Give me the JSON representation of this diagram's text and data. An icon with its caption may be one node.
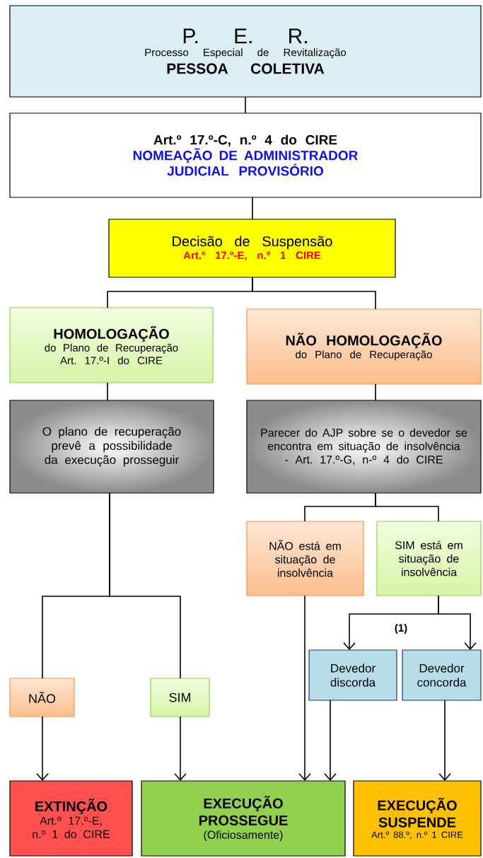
{
  "diagram": {
    "nodes": [
      {
        "text": [
          "P. E. R.",
          "Processo Especial de Revitalização",
          "PESSOA COLETIVA"
        ]
      },
      {
        "text": [
          "Art.º 17.º-C, n.º 4 do CIRE",
          "NOMEAÇÃO DE ADMINISTRADOR JUDICIAL PROVISÓRIO"
        ]
      },
      {
        "text": [
          "Decisão de Suspensão",
          "Art.º 17.º-E, n.º 1 CIRE"
        ]
      },
      {
        "text": [
          "HOMOLOGAÇÃO",
          "do Plano de Recuperação",
          "Art. 17.º-I do CIRE"
        ]
      },
      {
        "text": [
          "NÃO HOMOLOGAÇÃO",
          "do Plano de Recuperação"
        ]
      },
      {
        "text": [
          "O plano de recuperação prevê a possibilidade da execução prosseguir"
        ]
      },
      {
        "text": [
          "Parecer do AJP sobre se o devedor se encontra em situação de insolvência - Art. 17.º-G, n-º 4 do CIRE"
        ]
      },
      {
        "text": [
          "NÃO está em situação de insolvência"
        ]
      },
      {
        "text": [
          "SIM está em situação de insolvência"
        ]
      },
      {
        "text": [
          "NÃO"
        ]
      },
      {
        "text": [
          "SIM"
        ]
      },
      {
        "text": [
          "Devedor discorda"
        ]
      },
      {
        "text": [
          "Devedor concorda"
        ]
      },
      {
        "text": [
          "EXTINÇÃO",
          "Art.º 17.º-E, n.º 1 do CIRE"
        ]
      },
      {
        "text": [
          "EXECUÇÃO PROSSEGUE",
          "(Oficiosamente)"
        ]
      },
      {
        "text": [
          "EXECUÇÃO SUSPENDE",
          "Art.º 88.º, n.º 1 CIRE"
        ]
      }
    ],
    "edges": [
      {
        "from": 0,
        "to": 1,
        "arrow": "none"
      },
      {
        "from": 1,
        "to": 2,
        "arrow": "none"
      },
      {
        "from": 2,
        "to": 3,
        "arrow": "none"
      },
      {
        "from": 2,
        "to": 4,
        "arrow": "none"
      },
      {
        "from": 3,
        "to": 5,
        "arrow": "none"
      },
      {
        "from": 4,
        "to": 6,
        "arrow": "none"
      },
      {
        "from": 6,
        "to": 7,
        "arrow": "none"
      },
      {
        "from": 6,
        "to": 8,
        "arrow": "none"
      },
      {
        "from": 5,
        "to": 9,
        "arrow": "none"
      },
      {
        "from": 5,
        "to": 10,
        "arrow": "none"
      },
      {
        "from": 8,
        "to": 11,
        "arrow": "to"
      },
      {
        "from": 8,
        "to": 12,
        "arrow": "to"
      },
      {
        "from": 9,
        "to": 13,
        "arrow": "to"
      },
      {
        "from": 10,
        "to": 14,
        "arrow": "to"
      },
      {
        "from": 7,
        "to": 14,
        "arrow": "to"
      },
      {
        "from": 11,
        "to": 14,
        "arrow": "to"
      },
      {
        "from": 12,
        "to": 15,
        "arrow": "to"
      }
    ],
    "labels": [
      "(1)"
    ]
  }
}
